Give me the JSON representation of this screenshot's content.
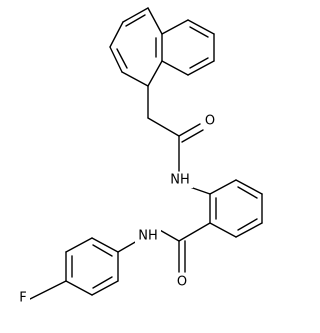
{
  "molecule": {
    "atoms": {
      "o_amide_upper": "O",
      "nh_upper": "NH",
      "nh_lower": "NH",
      "o_amide_lower": "O",
      "fluorine": "F"
    },
    "colors": {
      "bond": "#000000",
      "text": "#000000",
      "background": "#ffffff"
    }
  }
}
